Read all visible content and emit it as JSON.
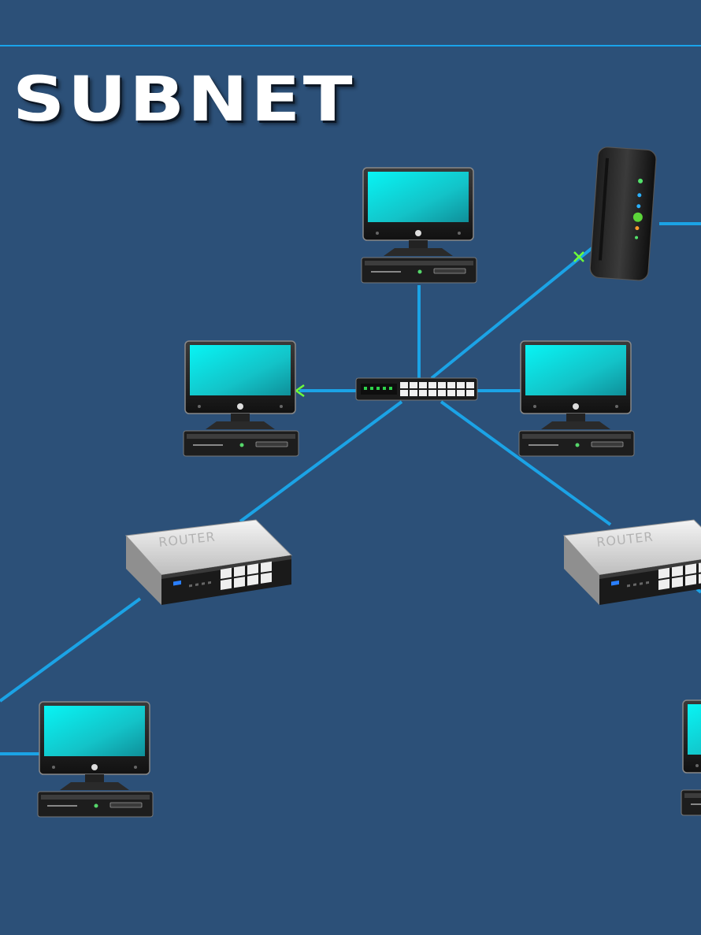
{
  "title": "SUBNET",
  "devices": {
    "router_left": {
      "label": "ROUTER"
    },
    "router_right": {
      "label": "ROUTER"
    }
  },
  "colors": {
    "background": "#2c5078",
    "link": "#1ba3e6",
    "screen": "#12d8dc",
    "signal": "#6dff3a"
  }
}
